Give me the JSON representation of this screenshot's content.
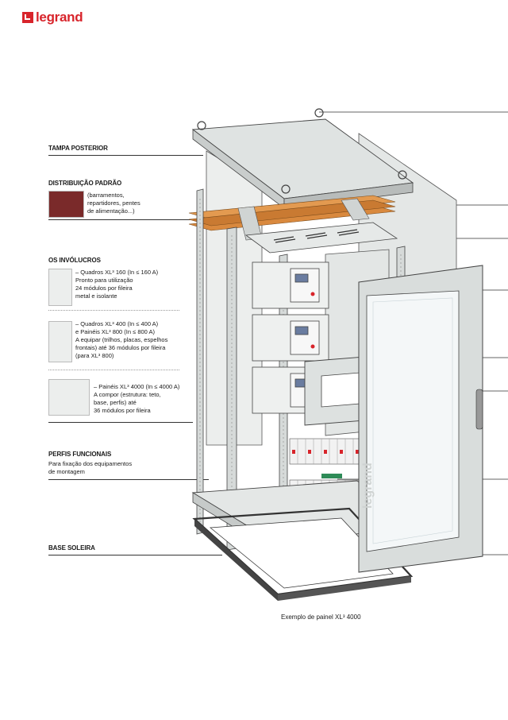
{
  "brand": {
    "name": "legrand",
    "color": "#d8242b"
  },
  "labels": {
    "tampa_posterior": "TAMPA POSTERIOR",
    "distribuicao": {
      "title": "DISTRIBUIÇÃO PADRÃO",
      "lines": [
        "(barramentos,",
        "repartidores, pentes",
        "de alimentação...)"
      ]
    },
    "invólucros": {
      "title": "OS INVÓLUCROS",
      "items": [
        {
          "lines": [
            "– Quadros XL³ 160 (In ≤ 160 A)",
            "Pronto para utilização",
            "24 módulos por fileira",
            "metal e isolante"
          ]
        },
        {
          "lines": [
            "– Quadros XL³ 400 (In ≤ 400 A)",
            "e Painéis XL³ 800 (In ≤ 800 A)",
            "A equipar (trilhos, placas, espelhos",
            "frontais) até 36 módulos por fileira",
            "(para XL³ 800)"
          ]
        },
        {
          "lines": [
            "– Painéis XL³ 4000 (In ≤ 4000 A)",
            "A compor (estrutura: teto,",
            "base, perfis) até",
            "36 módulos por fileira"
          ]
        }
      ]
    },
    "perfis": {
      "title": "PERFIS FUNCIONAIS",
      "lines": [
        "Para fixação dos equipamentos",
        "de montagem"
      ]
    },
    "base": "BASE SOLEIRA"
  },
  "caption": "Exemplo de painel XL³ 4000",
  "door_brand": "legrand"
}
